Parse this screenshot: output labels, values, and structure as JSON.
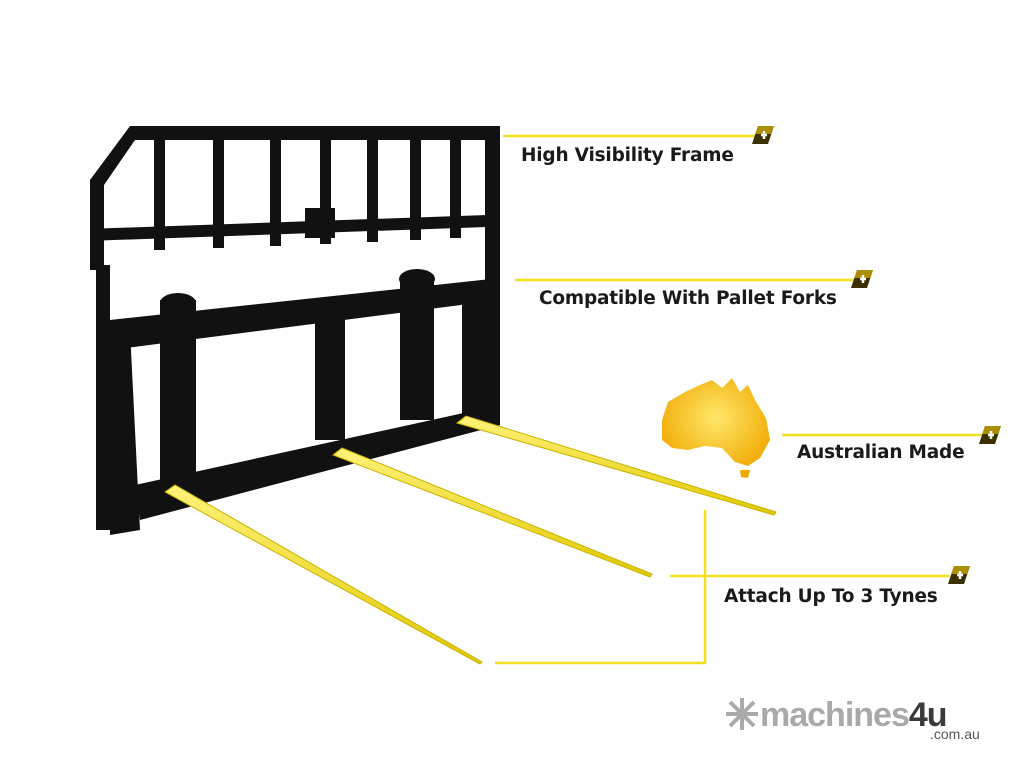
{
  "callouts": [
    {
      "label": "High Visibility Frame",
      "icon": "plus-icon"
    },
    {
      "label": "Compatible With Pallet Forks",
      "icon": "plus-icon"
    },
    {
      "label": "Australian Made",
      "icon": "plus-icon"
    },
    {
      "label": "Attach Up To 3 Tynes",
      "icon": "plus-icon"
    }
  ],
  "logo": {
    "name": "machines",
    "number": "4u",
    "domain": ".com.au"
  },
  "colors": {
    "accent": "#f2df1e",
    "frame": "#111111",
    "tyne": "#f4e83a",
    "text": "#1a1a1a"
  }
}
